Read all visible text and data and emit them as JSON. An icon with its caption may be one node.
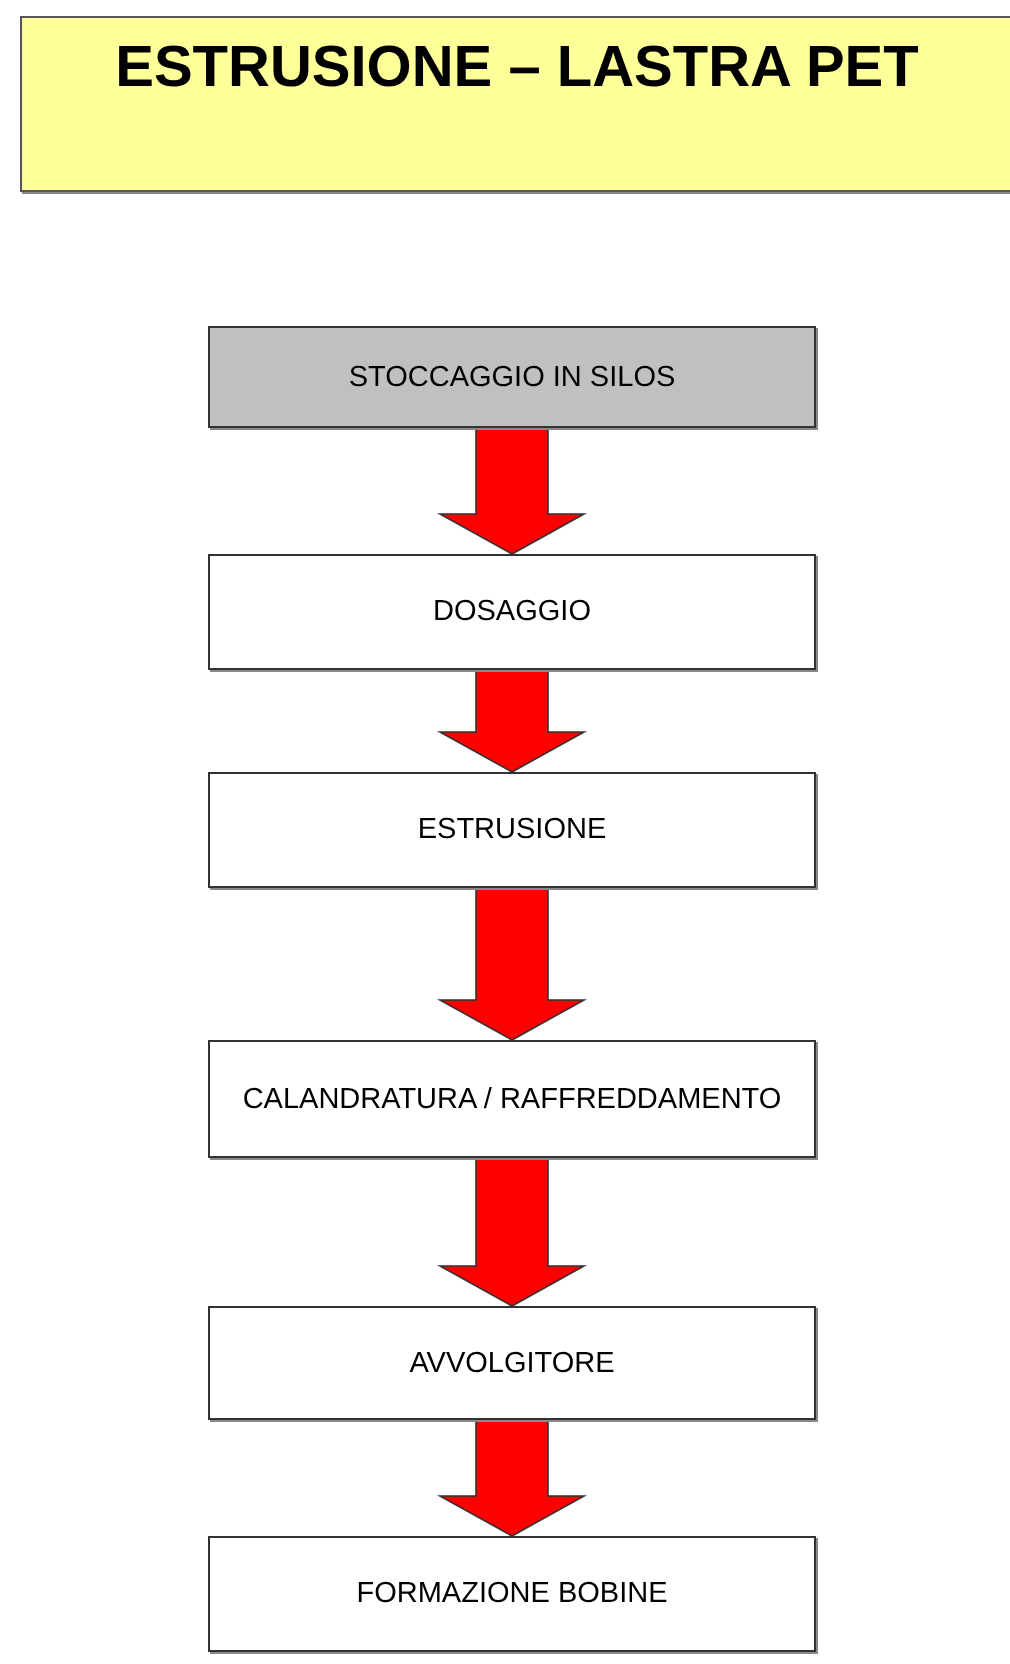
{
  "diagram": {
    "title": "ESTRUSIONE – LASTRA PET",
    "nodes": [
      {
        "text": [
          "STOCCAGGIO IN SILOS"
        ]
      },
      {
        "text": [
          "DOSAGGIO"
        ]
      },
      {
        "text": [
          "ESTRUSIONE"
        ]
      },
      {
        "text": [
          "CALANDRATURA / RAFFREDDAMENTO"
        ]
      },
      {
        "text": [
          "AVVOLGITORE"
        ]
      },
      {
        "text": [
          "FORMAZIONE BOBINE"
        ]
      }
    ],
    "edges": [
      {
        "from": 0,
        "to": 1,
        "arrow": "to",
        "style": "thick"
      },
      {
        "from": 1,
        "to": 2,
        "arrow": "to",
        "style": "thick"
      },
      {
        "from": 2,
        "to": 3,
        "arrow": "to",
        "style": "thick"
      },
      {
        "from": 3,
        "to": 4,
        "arrow": "to",
        "style": "thick"
      },
      {
        "from": 4,
        "to": 5,
        "arrow": "to",
        "style": "thick"
      }
    ]
  }
}
